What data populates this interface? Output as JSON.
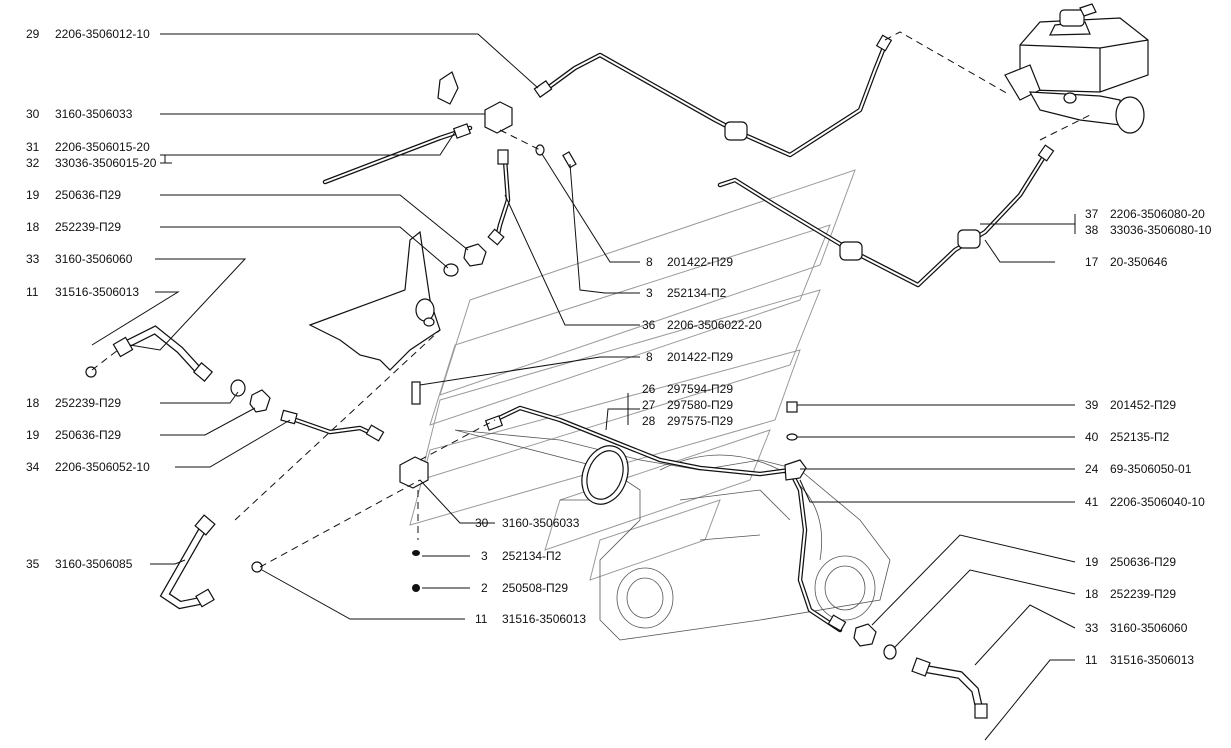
{
  "callouts": [
    {
      "num": "29",
      "code": "2206-3506012-10"
    },
    {
      "num": "30",
      "code": "3160-3506033"
    },
    {
      "num": "31",
      "code": "2206-3506015-20"
    },
    {
      "num": "32",
      "code": "33036-3506015-20"
    },
    {
      "num": "19",
      "code": "250636-П29"
    },
    {
      "num": "18",
      "code": "252239-П29"
    },
    {
      "num": "33",
      "code": "3160-3506060"
    },
    {
      "num": "11",
      "code": "31516-3506013"
    },
    {
      "num": "18",
      "code": "252239-П29"
    },
    {
      "num": "19",
      "code": "250636-П29"
    },
    {
      "num": "34",
      "code": "2206-3506052-10"
    },
    {
      "num": "35",
      "code": "3160-3506085"
    },
    {
      "num": "8",
      "code": "201422-П29"
    },
    {
      "num": "3",
      "code": "252134-П2"
    },
    {
      "num": "36",
      "code": "2206-3506022-20"
    },
    {
      "num": "8",
      "code": "201422-П29"
    },
    {
      "num": "26",
      "code": "297594-П29"
    },
    {
      "num": "27",
      "code": "297580-П29"
    },
    {
      "num": "28",
      "code": "297575-П29"
    },
    {
      "num": "30",
      "code": "3160-3506033"
    },
    {
      "num": "3",
      "code": "252134-П2"
    },
    {
      "num": "2",
      "code": "250508-П29"
    },
    {
      "num": "11",
      "code": "31516-3506013"
    },
    {
      "num": "37",
      "code": "2206-3506080-20"
    },
    {
      "num": "38",
      "code": "33036-3506080-10"
    },
    {
      "num": "17",
      "code": "20-350646"
    },
    {
      "num": "39",
      "code": "201452-П29"
    },
    {
      "num": "40",
      "code": "252135-П2"
    },
    {
      "num": "24",
      "code": "69-3506050-01"
    },
    {
      "num": "41",
      "code": "2206-3506040-10"
    },
    {
      "num": "19",
      "code": "250636-П29"
    },
    {
      "num": "18",
      "code": "252239-П29"
    },
    {
      "num": "33",
      "code": "3160-3506060"
    },
    {
      "num": "11",
      "code": "31516-3506013"
    }
  ]
}
